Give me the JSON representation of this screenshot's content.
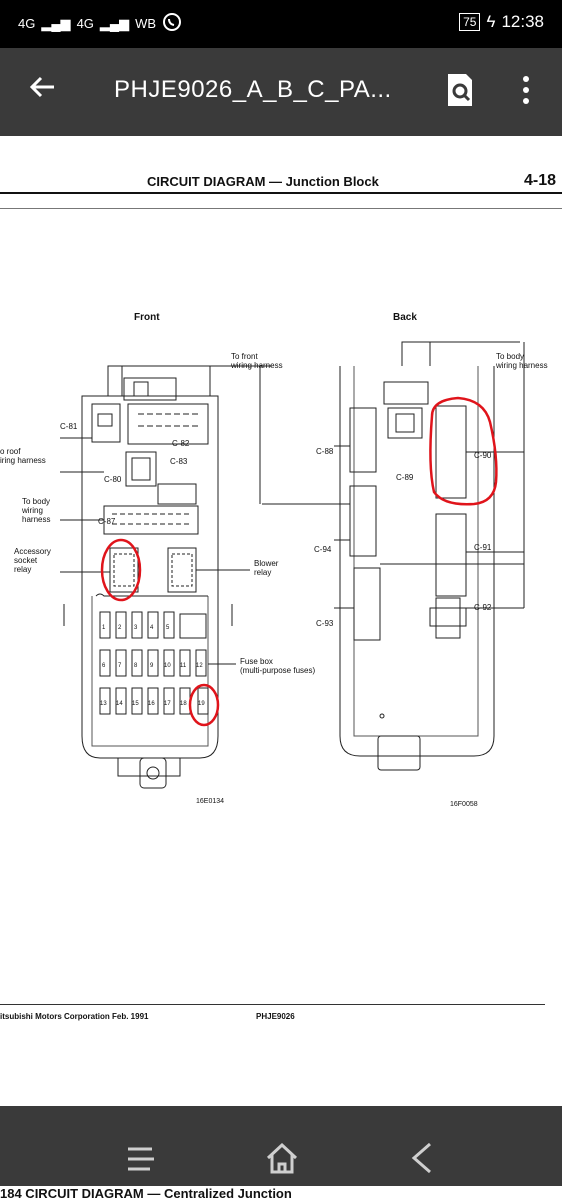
{
  "status": {
    "signal1": "4G",
    "signal2": "4G",
    "carrier": "WB",
    "battery": "75",
    "time": "12:38"
  },
  "appbar": {
    "title": "PHJE9026_A_B_C_PA..."
  },
  "page": {
    "header_title": "CIRCUIT DIAGRAM — Junction Block",
    "page_number": "4-18",
    "footer_left": "itsubishi Motors Corporation   Feb. 1991",
    "footer_code": "PHJE9026",
    "next_page_peek": "184          CIRCUIT DIAGRAM — Centralized Junction"
  },
  "diagram": {
    "front_label": "Front",
    "back_label": "Back",
    "front_labels": {
      "to_front": "To front",
      "wiring_harness": "wiring harness",
      "c81": "C-81",
      "c82": "C-82",
      "c83": "C-83",
      "c80": "C-80",
      "c87": "C-87",
      "to_roof": "o roof",
      "roof_harness": "iring harness",
      "to_body": "To body",
      "body_wiring": "wiring",
      "body_harness": "harness",
      "accessory": "Accessory",
      "socket": "socket",
      "relay": "relay",
      "blower": "Blower",
      "blower_relay": "relay",
      "fuse_box": "Fuse box",
      "multi_purpose": "(multi-purpose fuses)",
      "code": "16E0134"
    },
    "back_labels": {
      "to_body": "To body",
      "wiring_harness": "wiring harness",
      "c88": "C-88",
      "c89": "C-89",
      "c90": "C-90",
      "c94": "C-94",
      "c91": "C-91",
      "c93": "C-93",
      "c92": "C-92",
      "code": "16F0058"
    },
    "fuse_numbers": [
      "1",
      "2",
      "3",
      "4",
      "5",
      "6",
      "7",
      "8",
      "9",
      "10",
      "11",
      "12",
      "13",
      "14",
      "15",
      "16",
      "17",
      "18",
      "19"
    ]
  },
  "colors": {
    "statusbar": "#000000",
    "appbar": "#3a3a3a",
    "annotation": "#e0141b"
  },
  "icons": [
    "back-arrow-icon",
    "search-document-icon",
    "more-vert-icon",
    "menu-icon",
    "home-icon",
    "nav-back-icon",
    "whatsapp-icon"
  ]
}
